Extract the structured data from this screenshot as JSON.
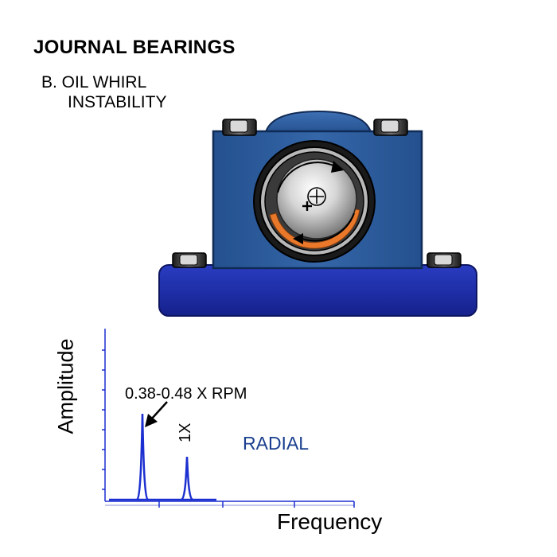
{
  "header": {
    "title": "JOURNAL BEARINGS",
    "subtitle_line1": "B. OIL WHIRL",
    "subtitle_line2": "INSTABILITY"
  },
  "chart_data": {
    "type": "line",
    "xlabel": "Frequency",
    "ylabel": "Amplitude",
    "annotations": [
      "0.38-0.48 X RPM",
      "1X",
      "RADIAL"
    ],
    "series": [
      {
        "peaks": [
          {
            "label": "0.38-0.48 X RPM",
            "x": 0.43,
            "amplitude": 1.0
          },
          {
            "label": "1X",
            "x": 1.0,
            "amplitude": 0.5
          }
        ]
      }
    ]
  },
  "colors": {
    "housing_blue": "#2e5a9c",
    "base_blue": "#1f2fa8",
    "spectrum_line": "#1c2fd0",
    "radial_text": "#1a3f8f",
    "oil_film": "#e9782a"
  }
}
